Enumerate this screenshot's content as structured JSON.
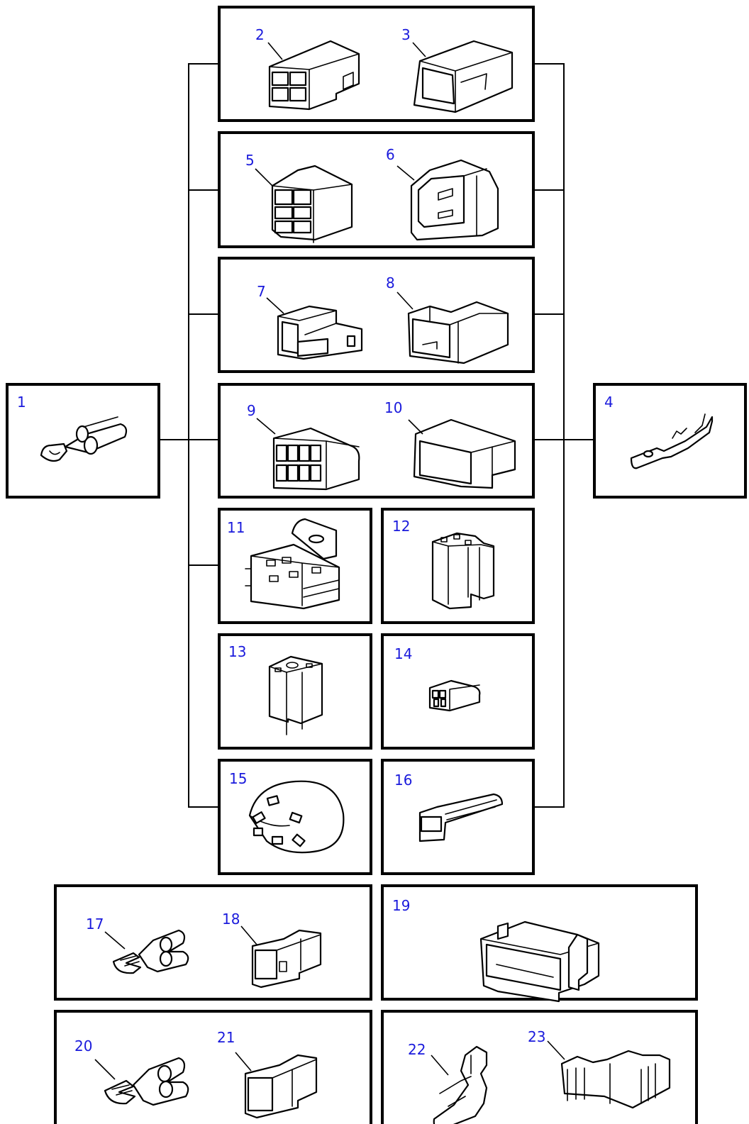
{
  "accent_color": "#1a1adc",
  "parts": [
    {
      "id": "p1",
      "number": "1",
      "icon": "loop-connector-terminal-icon"
    },
    {
      "id": "p2",
      "number": "2",
      "icon": "four-way-housing-icon"
    },
    {
      "id": "p3",
      "number": "3",
      "icon": "four-way-plug-icon"
    },
    {
      "id": "p4",
      "number": "4",
      "icon": "blade-terminal-icon"
    },
    {
      "id": "p5",
      "number": "5",
      "icon": "eight-way-housing-icon"
    },
    {
      "id": "p6",
      "number": "6",
      "icon": "eight-way-plug-icon"
    },
    {
      "id": "p7",
      "number": "7",
      "icon": "two-way-housing-icon"
    },
    {
      "id": "p8",
      "number": "8",
      "icon": "two-way-plug-icon"
    },
    {
      "id": "p9",
      "number": "9",
      "icon": "eight-way-flat-housing-icon"
    },
    {
      "id": "p10",
      "number": "10",
      "icon": "eight-way-flat-plug-icon"
    },
    {
      "id": "p11",
      "number": "11",
      "icon": "relay-base-bracket-icon"
    },
    {
      "id": "p12",
      "number": "12",
      "icon": "relay-socket-icon"
    },
    {
      "id": "p13",
      "number": "13",
      "icon": "relay-socket-small-icon"
    },
    {
      "id": "p14",
      "number": "14",
      "icon": "three-way-mini-housing-icon"
    },
    {
      "id": "p15",
      "number": "15",
      "icon": "round-connector-icon"
    },
    {
      "id": "p16",
      "number": "16",
      "icon": "single-way-in-line-icon"
    },
    {
      "id": "p17",
      "number": "17",
      "icon": "double-female-terminal-icon"
    },
    {
      "id": "p18",
      "number": "18",
      "icon": "single-way-housing-icon"
    },
    {
      "id": "p19",
      "number": "19",
      "icon": "multi-way-plug-with-latch-icon"
    },
    {
      "id": "p20",
      "number": "20",
      "icon": "double-female-terminal-large-icon"
    },
    {
      "id": "p21",
      "number": "21",
      "icon": "single-way-housing-large-icon"
    },
    {
      "id": "p22",
      "number": "22",
      "icon": "right-angle-terminal-icon"
    },
    {
      "id": "p23",
      "number": "23",
      "icon": "terminal-cover-icon"
    }
  ]
}
